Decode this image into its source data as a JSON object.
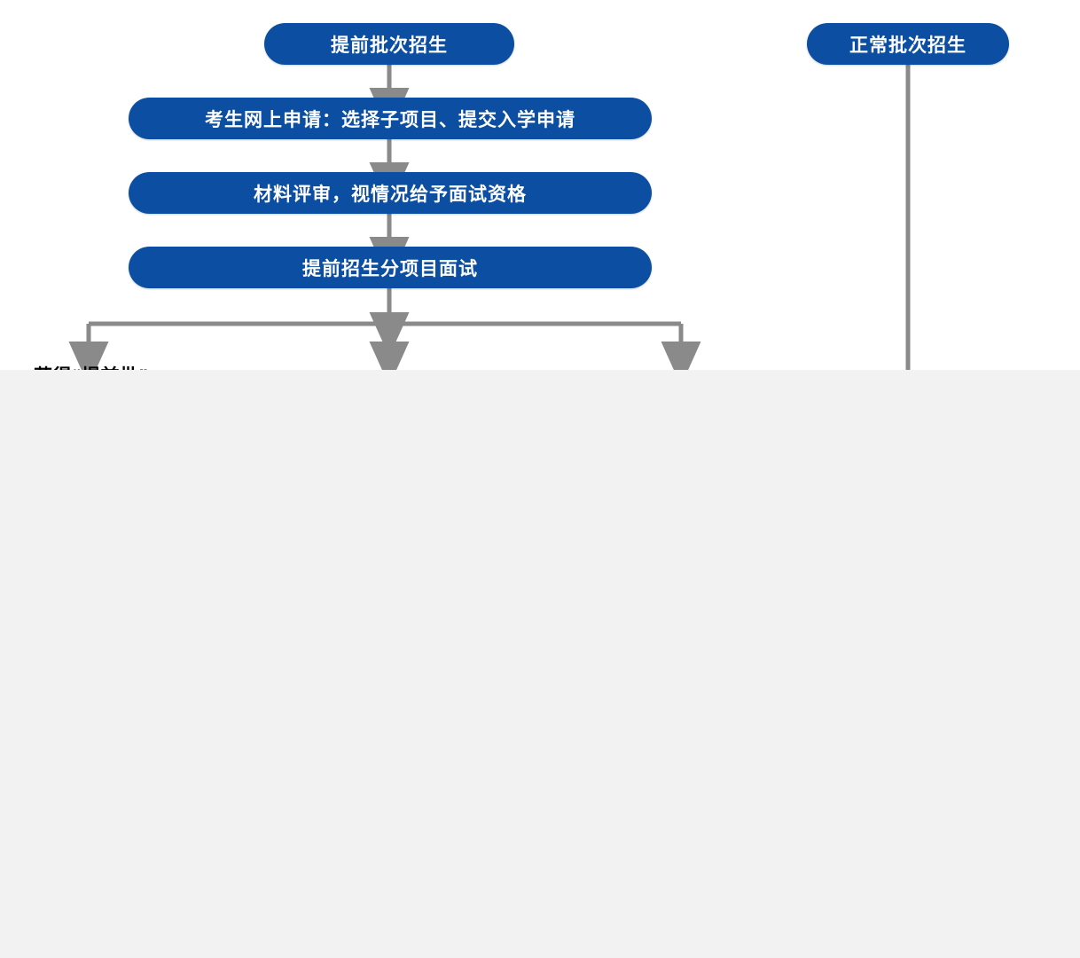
{
  "page": {
    "background_color": "#ffffff",
    "overlay_color": "#F2F2F2",
    "accent_color": "#0B4EA2",
    "connector_color": "#808080"
  },
  "diagram": {
    "type": "flowchart",
    "title": "",
    "tracks": [
      {
        "name": "early-admission-track",
        "heading": "提前批次招生",
        "steps": [
          "考生网上申请：选择子项目、提交入学申请",
          "材料评审，视情况给予面试资格",
          "提前招生分项目面试"
        ],
        "branches": [
          "获得“提前批”",
          "",
          ""
        ]
      },
      {
        "name": "normal-admission-track",
        "heading": "正常批次招生",
        "steps": [],
        "branches": []
      }
    ]
  },
  "nodes": {
    "top_left": "提前批次招生",
    "step_1": "考生网上申请：选择子项目、提交入学申请",
    "step_2": "材料评审，视情况给予面试资格",
    "step_3": "提前招生分项目面试",
    "top_right": "正常批次招生"
  },
  "branch_labels": {
    "left": "获得“提前批”",
    "middle": "",
    "right": ""
  }
}
